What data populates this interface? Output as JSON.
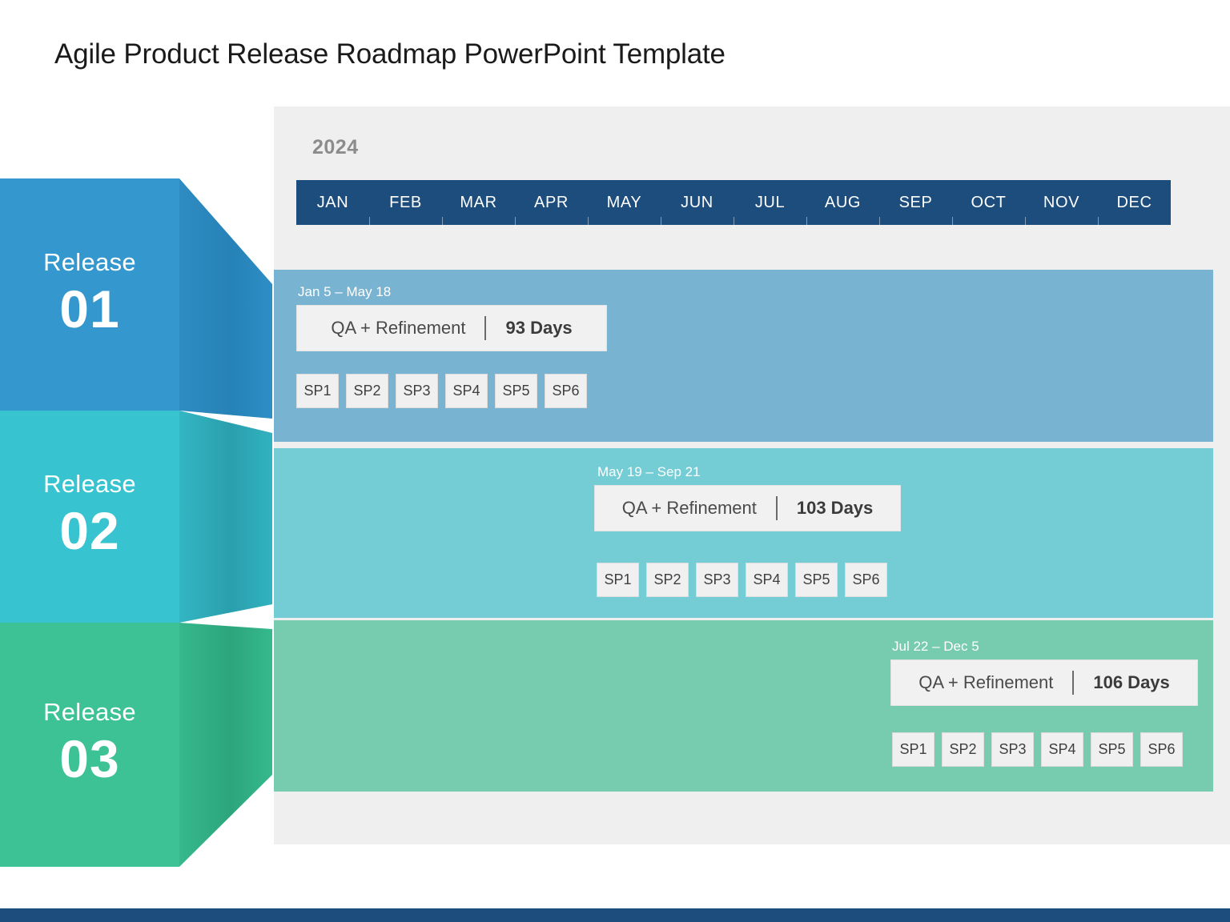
{
  "title": "Agile Product Release Roadmap PowerPoint Template",
  "timeline": {
    "year": "2024",
    "months": [
      "JAN",
      "FEB",
      "MAR",
      "APR",
      "MAY",
      "JUN",
      "JUL",
      "AUG",
      "SEP",
      "OCT",
      "NOV",
      "DEC"
    ]
  },
  "releases": [
    {
      "word": "Release",
      "number": "01",
      "date_range": "Jan 5 – May 18",
      "qa_label": "QA + Refinement",
      "days": "93 Days",
      "sprints": [
        "SP1",
        "SP2",
        "SP3",
        "SP4",
        "SP5",
        "SP6"
      ],
      "block_color": "#3498cf",
      "lane_color": "#78b3d2"
    },
    {
      "word": "Release",
      "number": "02",
      "date_range": "May 19 – Sep 21",
      "qa_label": "QA + Refinement",
      "days": "103 Days",
      "sprints": [
        "SP1",
        "SP2",
        "SP3",
        "SP4",
        "SP5",
        "SP6"
      ],
      "block_color": "#38c3d0",
      "lane_color": "#74ccd4"
    },
    {
      "word": "Release",
      "number": "03",
      "date_range": "Jul 22 – Dec 5",
      "qa_label": "QA + Refinement",
      "days": "106 Days",
      "sprints": [
        "SP1",
        "SP2",
        "SP3",
        "SP4",
        "SP5",
        "SP6"
      ],
      "block_color": "#3cc295",
      "lane_color": "#77cbae"
    }
  ],
  "colors": {
    "panel_background": "#efefef",
    "month_bar": "#1d4d7c",
    "year_text": "#8c8c8c",
    "footer_bar": "#1d4d7c",
    "chip_background": "#f0f0f0"
  },
  "chart_data": {
    "type": "bar",
    "title": "Agile Product Release Roadmap PowerPoint Template",
    "xlabel": "2024",
    "ylabel": "",
    "categories": [
      "Release 01",
      "Release 02",
      "Release 03"
    ],
    "x": [
      "JAN",
      "FEB",
      "MAR",
      "APR",
      "MAY",
      "JUN",
      "JUL",
      "AUG",
      "SEP",
      "OCT",
      "NOV",
      "DEC"
    ],
    "series": [
      {
        "name": "Release 01",
        "start": "Jan 5",
        "end": "May 18",
        "values": [
          93
        ],
        "unit": "Days",
        "sprints": 6
      },
      {
        "name": "Release 02",
        "start": "May 19",
        "end": "Sep 21",
        "values": [
          103
        ],
        "unit": "Days",
        "sprints": 6
      },
      {
        "name": "Release 03",
        "start": "Jul 22",
        "end": "Dec 5",
        "values": [
          106
        ],
        "unit": "Days",
        "sprints": 6
      }
    ],
    "grid": false,
    "legend": "none"
  }
}
